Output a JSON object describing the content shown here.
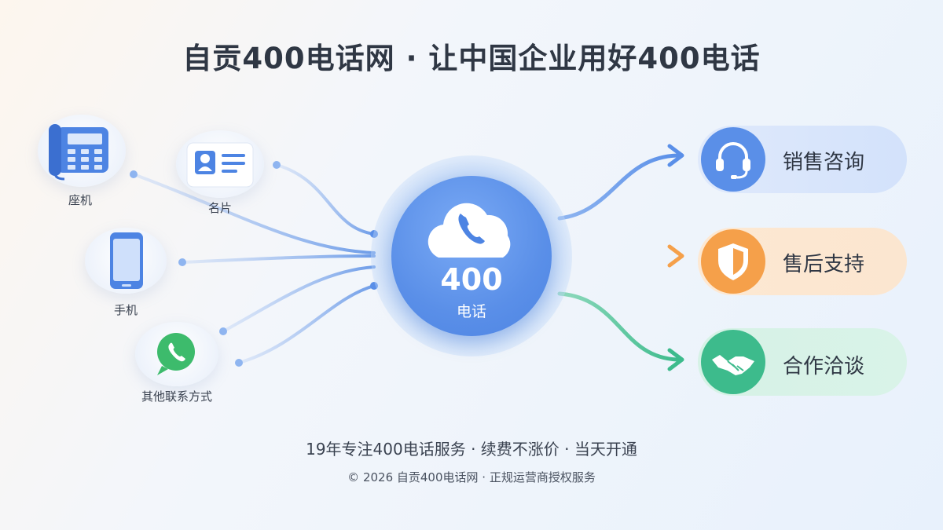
{
  "title": "自贡400电话网 · 让中国企业用好400电话",
  "sources": [
    {
      "label": "座机",
      "icon": "desk-phone-icon"
    },
    {
      "label": "名片",
      "icon": "business-card-icon"
    },
    {
      "label": "手机",
      "icon": "mobile-phone-icon"
    },
    {
      "label": "其他联系方式",
      "icon": "chat-bubble-phone-icon"
    }
  ],
  "hub": {
    "number": "400",
    "sub": "电话",
    "icon": "cloud-phone-icon"
  },
  "services": [
    {
      "label": "销售咨询",
      "icon": "headset-icon",
      "color": "#5a8fe8"
    },
    {
      "label": "售后支持",
      "icon": "shield-icon",
      "color": "#f5a04a"
    },
    {
      "label": "合作洽谈",
      "icon": "handshake-icon",
      "color": "#3dbb8c"
    }
  ],
  "footer": {
    "tagline": "19年专注400电话服务 · 续费不涨价 · 当天开通",
    "copyright": "© 2026 自贡400电话网 · 正规运营商授权服务"
  }
}
